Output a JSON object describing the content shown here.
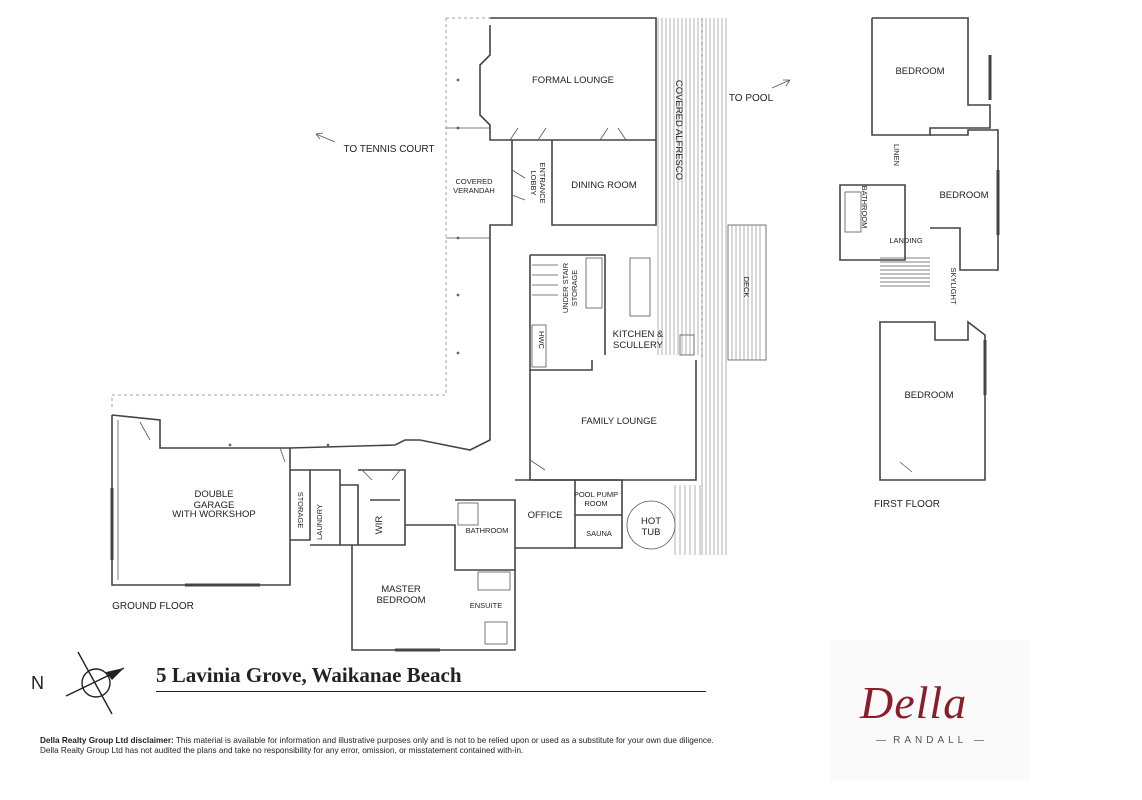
{
  "plan": {
    "rooms": {
      "formal_lounge": "FORMAL LOUNGE",
      "covered_alfresco": "COVERED ALFRESCO",
      "to_pool": "TO POOL",
      "to_tennis_court": "TO TENNIS COURT",
      "covered_verandah_1": "COVERED",
      "covered_verandah_2": "VERANDAH",
      "entrance_lobby_1": "ENTRANCE",
      "entrance_lobby_2": "LOBBY",
      "dining_room": "DINING ROOM",
      "deck": "DECK",
      "under_stair_1": "UNDER STAIR",
      "under_stair_2": "STORAGE",
      "hwc": "HWC",
      "kitchen_1": "KITCHEN &",
      "kitchen_2": "SCULLERY",
      "family_lounge": "FAMILY LOUNGE",
      "garage_1": "DOUBLE",
      "garage_2": "GARAGE",
      "garage_3": "WITH WORKSHOP",
      "storage": "STORAGE",
      "laundry": "LAUNDRY",
      "wir": "WIR",
      "bathroom": "BATHROOM",
      "office": "OFFICE",
      "pool_pump_1": "POOL PUMP",
      "pool_pump_2": "ROOM",
      "sauna": "SAUNA",
      "hot_tub_1": "HOT",
      "hot_tub_2": "TUB",
      "master_1": "MASTER",
      "master_2": "BEDROOM",
      "ensuite": "ENSUITE",
      "ground_floor": "GROUND FLOOR",
      "bedroom_1": "BEDROOM",
      "linen": "LINEN",
      "bedroom_2": "BEDROOM",
      "bathroom_up": "BATHROOM",
      "landing": "LANDING",
      "skylight": "SKYLIGHT",
      "bedroom_3": "BEDROOM",
      "first_floor": "FIRST FLOOR"
    }
  },
  "footer": {
    "north": "N",
    "address": "5 Lavinia Grove, Waikanae Beach",
    "disclaimer_label": "Della Realty Group Ltd disclaimer:",
    "disclaimer_text_1": " This material is available for information and illustrative purposes only and is not to be relied upon or used as a substitute for your own due diligence.",
    "disclaimer_text_2": "Della Realty Group Ltd has not audited the plans and take no responsibility for any error, omission, or misstatement contained with-in.",
    "brand_name": "Della",
    "brand_sub": "RANDALL"
  },
  "colors": {
    "brand": "#8a1c2b",
    "line": "#444444"
  }
}
